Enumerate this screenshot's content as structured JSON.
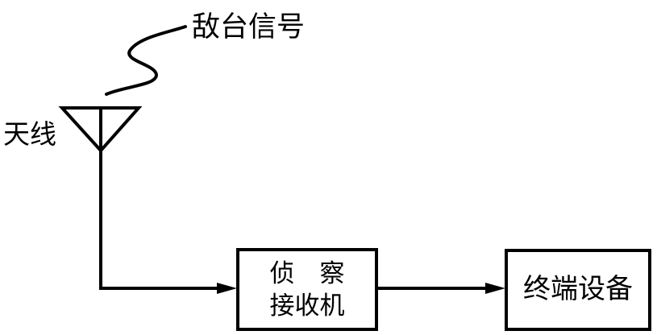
{
  "diagram": {
    "title": "reconnaissance-receiver-block-diagram",
    "background_color": "#ffffff",
    "ink_color": "#000000",
    "labels": {
      "signal": "敌台信号",
      "antenna": "天线"
    },
    "boxes": {
      "receiver": {
        "line1": "侦　察",
        "line2": "接收机"
      },
      "terminal": {
        "label": "终端设备"
      }
    },
    "icons": {
      "signal_wave": "s-curve-squiggle",
      "antenna": "inverted-triangle-antenna",
      "arrows": "right-arrowheads"
    },
    "connections": [
      "antenna -> receiver",
      "receiver -> terminal"
    ]
  }
}
